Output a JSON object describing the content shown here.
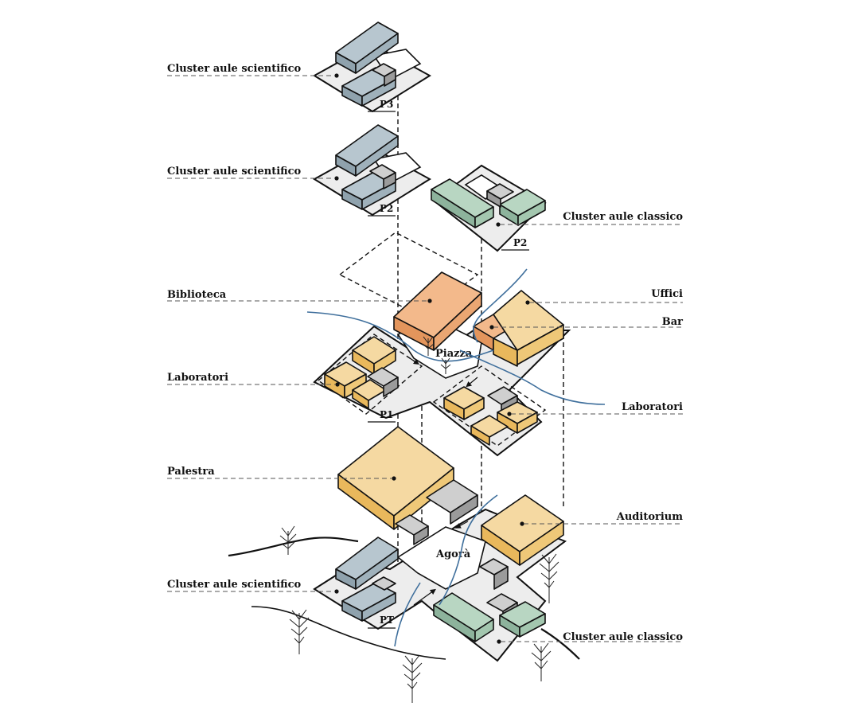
{
  "palette": {
    "scientific": [
      "#b7c6cf",
      "#8fa2ad"
    ],
    "classic": [
      "#b8d6c2",
      "#8db39c"
    ],
    "service": [
      "#f5d9a2",
      "#e9b85c"
    ],
    "library": [
      "#f3b98b",
      "#e3955c"
    ],
    "utility": [
      "#cfcfcf",
      "#9b9b9b"
    ],
    "slab": "#ededed",
    "flow": "#3f6f9c"
  },
  "labels": {
    "cluster_sci_p3": "Cluster aule scientifico",
    "cluster_sci_p2": "Cluster aule scientifico",
    "cluster_cla_p2": "Cluster aule classico",
    "biblioteca": "Biblioteca",
    "uffici": "Uffici",
    "bar": "Bar",
    "laboratori_left": "Laboratori",
    "piazza": "Piazza",
    "laboratori_right": "Laboratori",
    "palestra": "Palestra",
    "auditorium": "Auditorium",
    "agora": "Agorà",
    "cluster_sci_pt": "Cluster aule scientifico",
    "cluster_cla_pt": "Cluster aule classico"
  },
  "levels": {
    "p3": "P3",
    "p2_left": "P2",
    "p2_right": "P2",
    "p1": "P1",
    "pt": "PT"
  }
}
